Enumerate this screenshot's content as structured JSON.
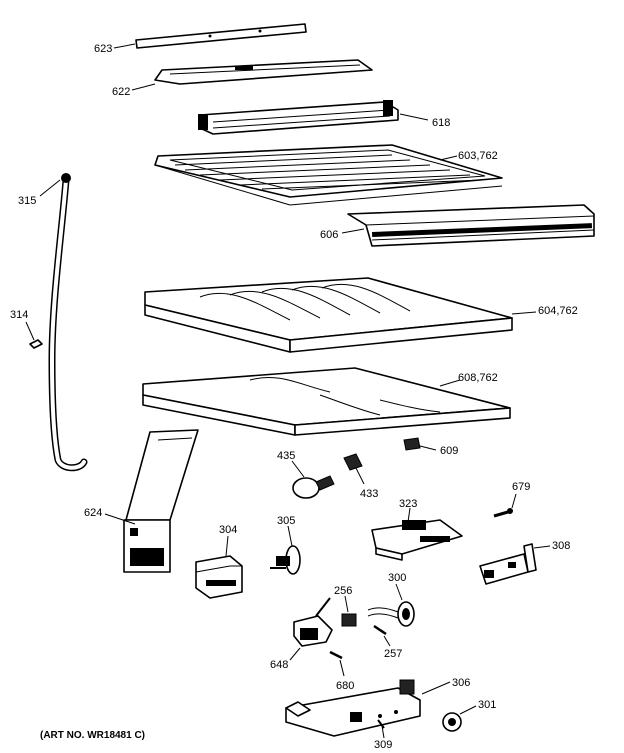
{
  "art_number": "(ART NO. WR18481 C)",
  "labels": {
    "p623": "623",
    "p622": "622",
    "p618": "618",
    "p603": "603,762",
    "p315": "315",
    "p606": "606",
    "p314": "314",
    "p604": "604,762",
    "p608": "608,762",
    "p609": "609",
    "p435": "435",
    "p433": "433",
    "p323": "323",
    "p679": "679",
    "p624": "624",
    "p304": "304",
    "p305": "305",
    "p308": "308",
    "p256": "256",
    "p300": "300",
    "p257": "257",
    "p648": "648",
    "p680": "680",
    "p306": "306",
    "p301": "301",
    "p309": "309"
  }
}
